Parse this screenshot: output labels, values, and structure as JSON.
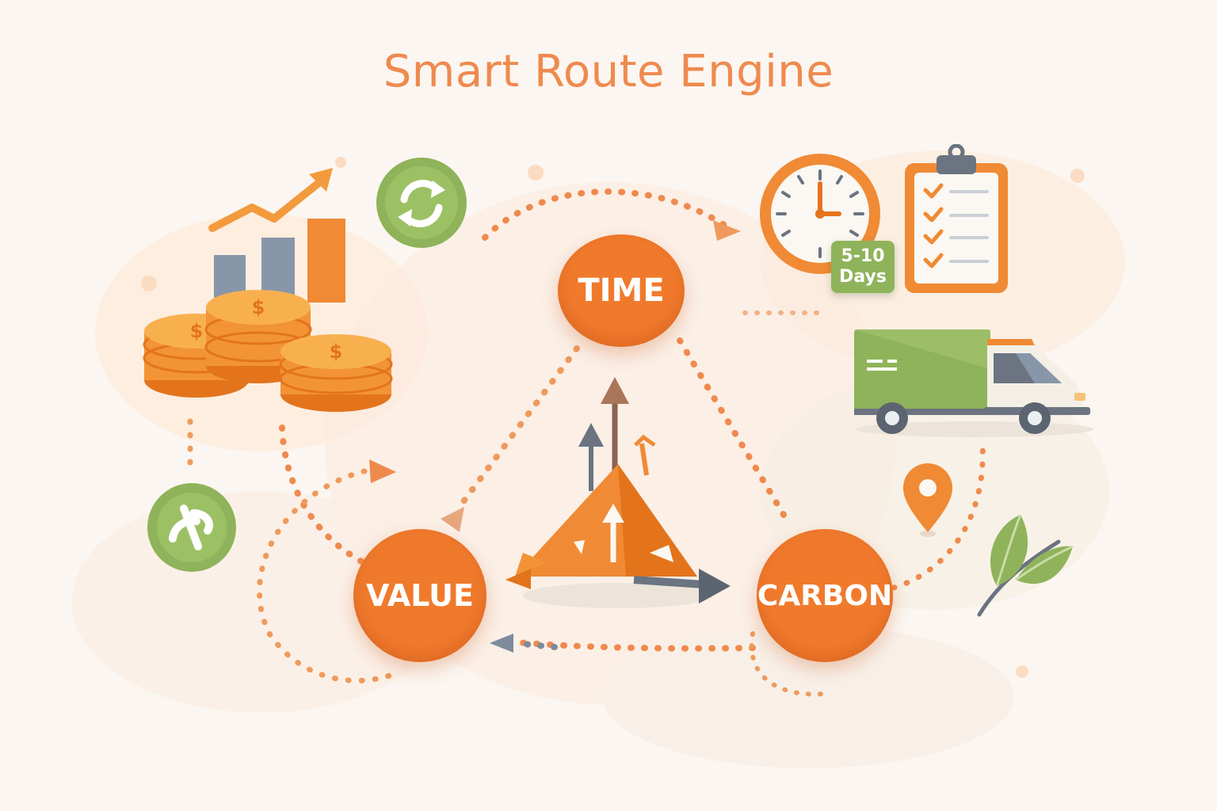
{
  "title": "Smart Route Engine",
  "nodes": {
    "time": "TIME",
    "value": "VALUE",
    "carbon": "CARBON"
  },
  "delivery_badge": {
    "line1": "5-10",
    "line2": "Days"
  },
  "icons": [
    "growth-chart-icon",
    "coin-stack-icon",
    "refresh-icon",
    "currency-icon",
    "clock-icon",
    "checklist-clipboard-icon",
    "delivery-truck-icon",
    "location-pin-icon",
    "leaf-icon",
    "balance-triangle-icon"
  ],
  "colors": {
    "primary_orange": "#f07a2c",
    "title_orange": "#ef8a4e",
    "eco_green": "#8fb35a",
    "slate": "#7d8b9c",
    "background": "#fbf6f1"
  }
}
